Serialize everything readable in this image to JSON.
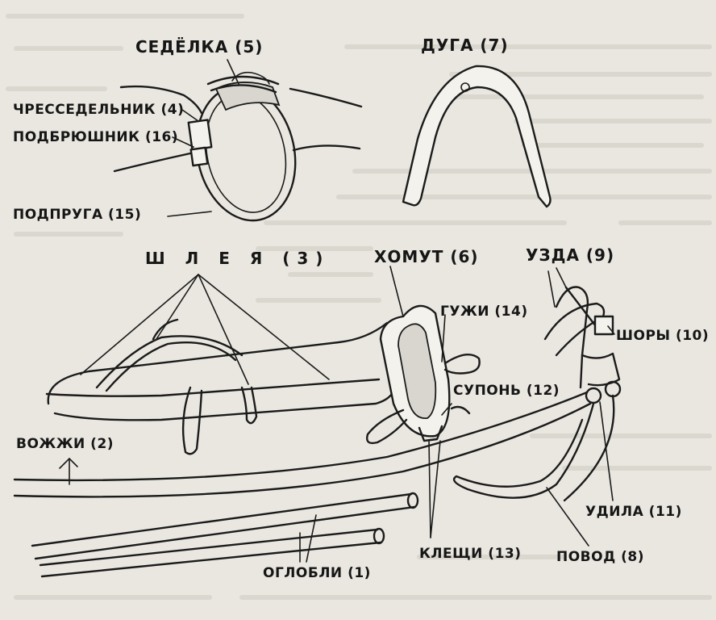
{
  "labels": {
    "sedelka": "СЕДЁЛКА (5)",
    "duga": "ДУГА (7)",
    "chressedelnik": "ЧРЕССЕДЕЛЬНИК (4)",
    "podbryushnik": "ПОДБРЮШНИК (16)",
    "podpruga": "ПОДПРУГА (15)",
    "sheleya": "Ш Л Е Я (3)",
    "khomut": "ХОМУТ (6)",
    "uzda": "УЗДА (9)",
    "guzhi": "ГУЖИ (14)",
    "shory": "ШОРЫ (10)",
    "supon": "СУПОНЬ (12)",
    "vozhzhi": "ВОЖЖИ (2)",
    "udila": "УДИЛА (11)",
    "povod": "ПОВОД (8)",
    "kleshchi": "КЛЕЩИ (13)",
    "oglobli": "ОГЛОБЛИ (1)"
  },
  "colors": {
    "paper": "#e9e7e0",
    "ink": "#1b1b1b",
    "bleed": "#c9c6bd"
  }
}
